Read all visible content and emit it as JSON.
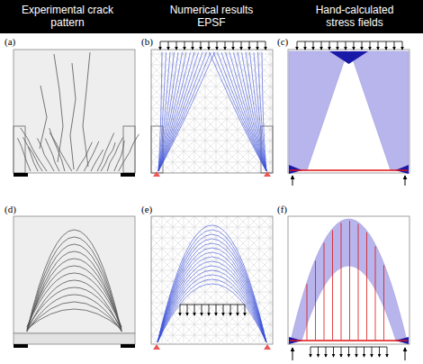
{
  "diagram": {
    "labels": [
      "Experimental crack pattern",
      "Numerical results EPSF",
      "Hand-calculated stress fields",
      "(a)",
      "(b)",
      "(c)",
      "(d)",
      "(e)",
      "(f)"
    ]
  }
}
